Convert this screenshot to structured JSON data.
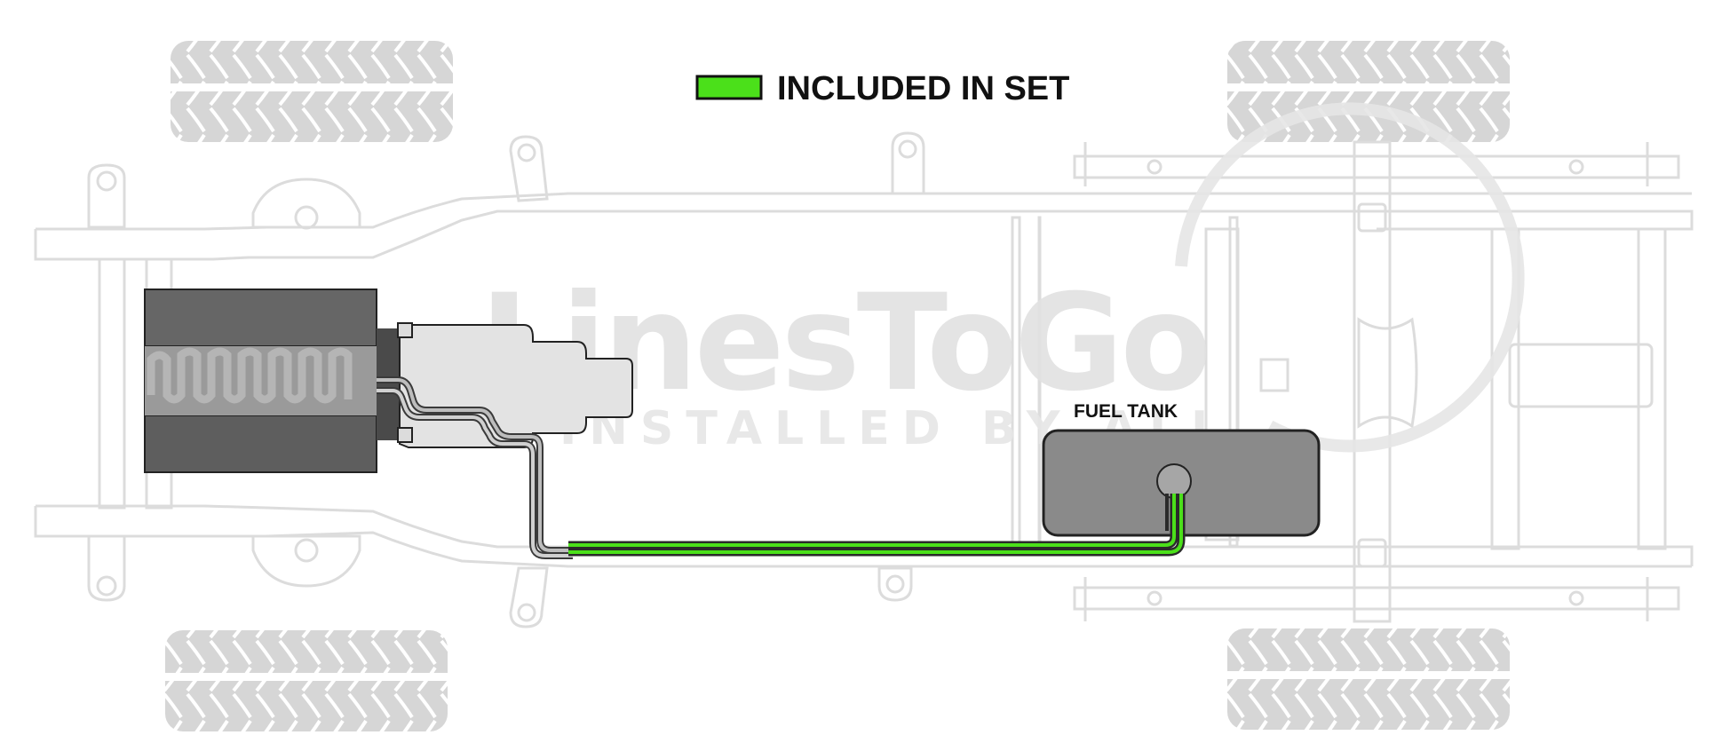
{
  "legend": {
    "label": "INCLUDED IN SET",
    "swatch_color": "#4be01a"
  },
  "fuel_tank": {
    "label": "FUEL TANK"
  },
  "watermark": {
    "brand": "LinesToGo",
    "tagline": "INSTALLED BY ALL"
  },
  "colors": {
    "frame": "#dcdcdc",
    "tire": "#d6d6d6",
    "engine_dark": "#5a5a5a",
    "transmission": "#e3e3e3",
    "tank": "#8a8a8a",
    "included_line": "#4be01a",
    "line_outline": "#3a3a3a"
  }
}
